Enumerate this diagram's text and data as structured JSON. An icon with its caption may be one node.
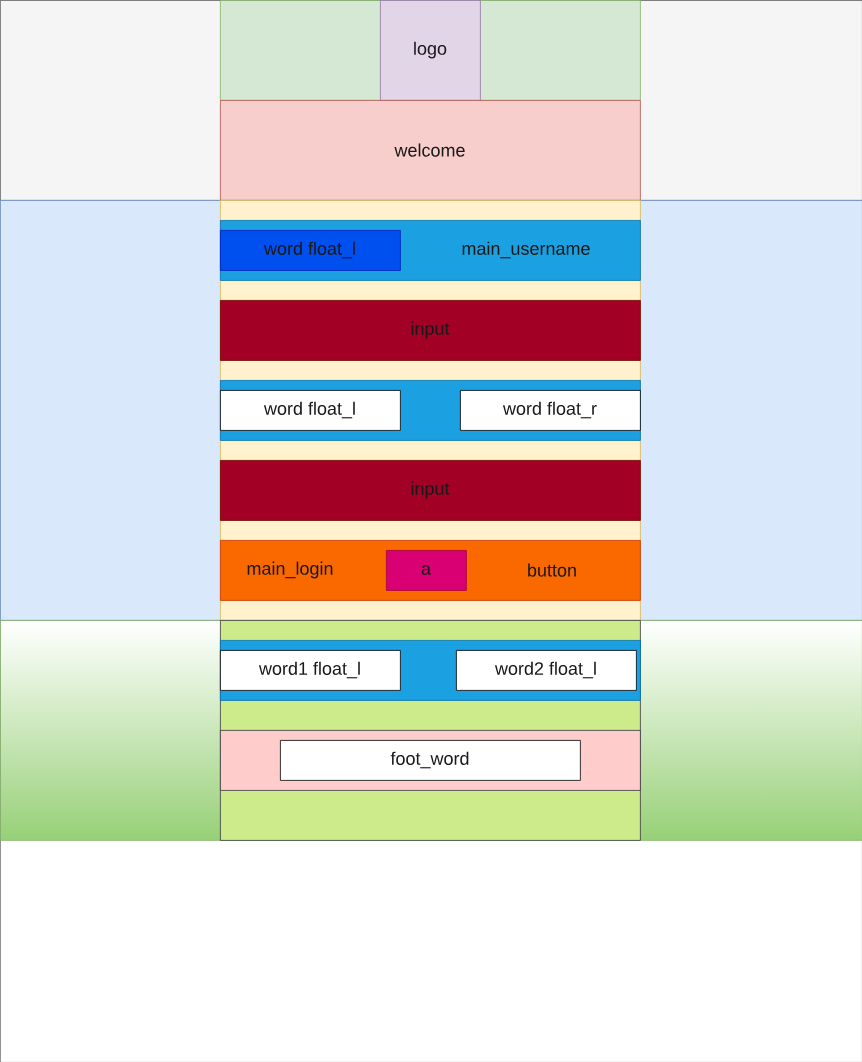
{
  "diagram": {
    "nodes": [
      {
        "text": [],
        "shape": "box"
      },
      {
        "text": [],
        "shape": "box",
        "in": 0
      },
      {
        "text": [],
        "shape": "box",
        "in": 1
      },
      {
        "text": [
          "logo"
        ],
        "in": 2
      },
      {
        "text": [
          "welcome"
        ],
        "in": 1
      },
      {
        "text": [],
        "shape": "box",
        "in": 0
      },
      {
        "text": [],
        "shape": "box",
        "in": 5
      },
      {
        "text": [
          "main_username"
        ],
        "in": 6
      },
      {
        "text": [
          "word float_l"
        ],
        "in": 7
      },
      {
        "text": [
          "input"
        ],
        "in": 6
      },
      {
        "text": [],
        "shape": "box",
        "in": 6
      },
      {
        "text": [
          "word float_l"
        ],
        "in": 10
      },
      {
        "text": [
          "word float_r"
        ],
        "in": 10
      },
      {
        "text": [
          "input"
        ],
        "in": 6
      },
      {
        "text": [
          "main_login",
          "button"
        ],
        "in": 6
      },
      {
        "text": [
          "a"
        ],
        "in": 14
      },
      {
        "text": [],
        "shape": "box",
        "in": 0
      },
      {
        "text": [],
        "shape": "box",
        "in": 16
      },
      {
        "text": [],
        "shape": "box",
        "in": 17
      },
      {
        "text": [
          "word1 float_l"
        ],
        "in": 18
      },
      {
        "text": [
          "word2 float_l"
        ],
        "in": 18
      },
      {
        "text": [],
        "shape": "box",
        "in": 17
      },
      {
        "text": [
          "foot_word"
        ],
        "in": 21
      }
    ]
  }
}
